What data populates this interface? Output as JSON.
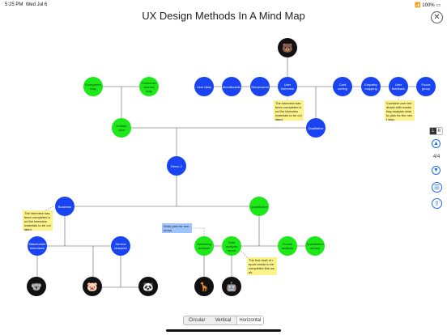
{
  "status": {
    "time": "5:25 PM",
    "date": "Wed Jul 6",
    "battery": "100%"
  },
  "title": "UX Design Methods In A Mind Map",
  "nodes": {
    "demo": "Demo 2",
    "holistic": "Holistic view",
    "ecosystem": "Ecosystem map",
    "consumer_journey": "Consumer Journey map",
    "qualitative": "Qualitative",
    "user_interview": "User Interview",
    "user_diary": "User diary",
    "moodboards": "Moodboards",
    "storyboards": "Storyboards",
    "card_sorting": "Card sorting",
    "empathy_mapping": "Empathy mapping",
    "user_feedback": "User feedback",
    "focus_group": "Focus group",
    "business": "Business",
    "stakeholder": "Stakeholder interviews",
    "service_blueprint": "Service blueprint",
    "quantitative": "Quantitative",
    "marketing": "Marketing analysis",
    "data_analysis": "Data analysis report",
    "funnel": "Funnel analysis",
    "quantitative_survey": "Quantitative survey"
  },
  "notes": {
    "interview_q": "The interview has been completed a nd the interview materials to be col lated.",
    "combine": "Combine user fee dback with marke ting analysis data to plan for the nex t step.",
    "interview_b": "The interview has been completed a nd the interview materials to be col lated.",
    "work_plan": "Work plan for tom orrow.",
    "first_draft": "The first draft of r eport needs to be completed this we ek."
  },
  "avatars": {
    "bear": "🐻",
    "koala": "🐨",
    "pig": "🐷",
    "panda": "🐼",
    "giraffe": "🦒",
    "robot": "🤖"
  },
  "side": {
    "l": "L",
    "r": "R",
    "page": "4/4"
  },
  "layouts": [
    "Circular",
    "Vertical",
    "Horizontal"
  ],
  "selected_layout": "Horizontal"
}
